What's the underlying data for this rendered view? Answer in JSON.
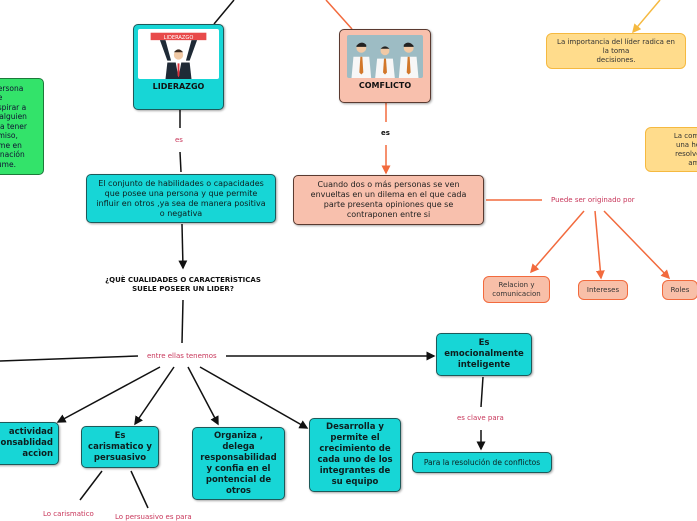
{
  "colors": {
    "cyan_node": "#17d6d6",
    "salmon_node": "#f8c0ad",
    "yellow_node": "#ffdc8c",
    "green_node": "#33e36a",
    "link_label": "#c8365a",
    "orange_line": "#f26a3d",
    "yellow_line": "#f5b940"
  },
  "nodes": {
    "liderazgo": {
      "title": "LIDERAZGO",
      "banner": "LIDERAZGO",
      "image_icon": "leader-holding-banner"
    },
    "conflicto": {
      "title": "COMFLICTO",
      "image_icon": "three-people-discussing"
    },
    "liderazgo_def": {
      "text": "El conjunto de habilidades o capacidades que posee una persona y que  permite influir en otros ,ya sea de manera positiva o negativa"
    },
    "conflicto_def": {
      "text": "Cuando dos o más personas se ven envueltas en un dilema en el que cada parte presenta opiniones que se contraponen entre si"
    },
    "question": {
      "text": "¿QUÈ CUALIDADES O CARACTERÌSTICAS SUELE POSEER UN LIDER?"
    },
    "green_note": {
      "text": "persona\nue\nnspirar a\ns alguien\na a tener\nomiso,\nrime en\nignación\nsume."
    },
    "yellow_note_1": {
      "text": "La importancia del líder radica en la toma\ndecisiones."
    },
    "yellow_note_2": {
      "text": "La comuni\nuna herra\nresolver p\nambie"
    },
    "origins": [
      {
        "text": "Relacion y comunicacion"
      },
      {
        "text": "Intereses"
      },
      {
        "text": "Roles"
      }
    ],
    "qualities": [
      {
        "text": "actividad\nonsablidad\naccìon"
      },
      {
        "text": "Es carismatico y persuasivo"
      },
      {
        "text": "Organiza , delega responsabilidad y confia en el pontencial de otros"
      },
      {
        "text": "Desarrolla y permite el crecimiento de cada uno de los integrantes de su equipo"
      }
    ],
    "emotional": {
      "text": "Es emocionalmente inteligente"
    },
    "resolution": {
      "text": "Para la resolución de conflictos"
    }
  },
  "link_labels": {
    "es_1": "es",
    "es_2": "es",
    "puede_ser": "Puede ser originado por",
    "entre_ellas": "entre ellas tenemos",
    "es_clave": "es clave para",
    "lo_carismatico": "Lo carismatico",
    "lo_persuasivo": "Lo persuasivo es para"
  }
}
